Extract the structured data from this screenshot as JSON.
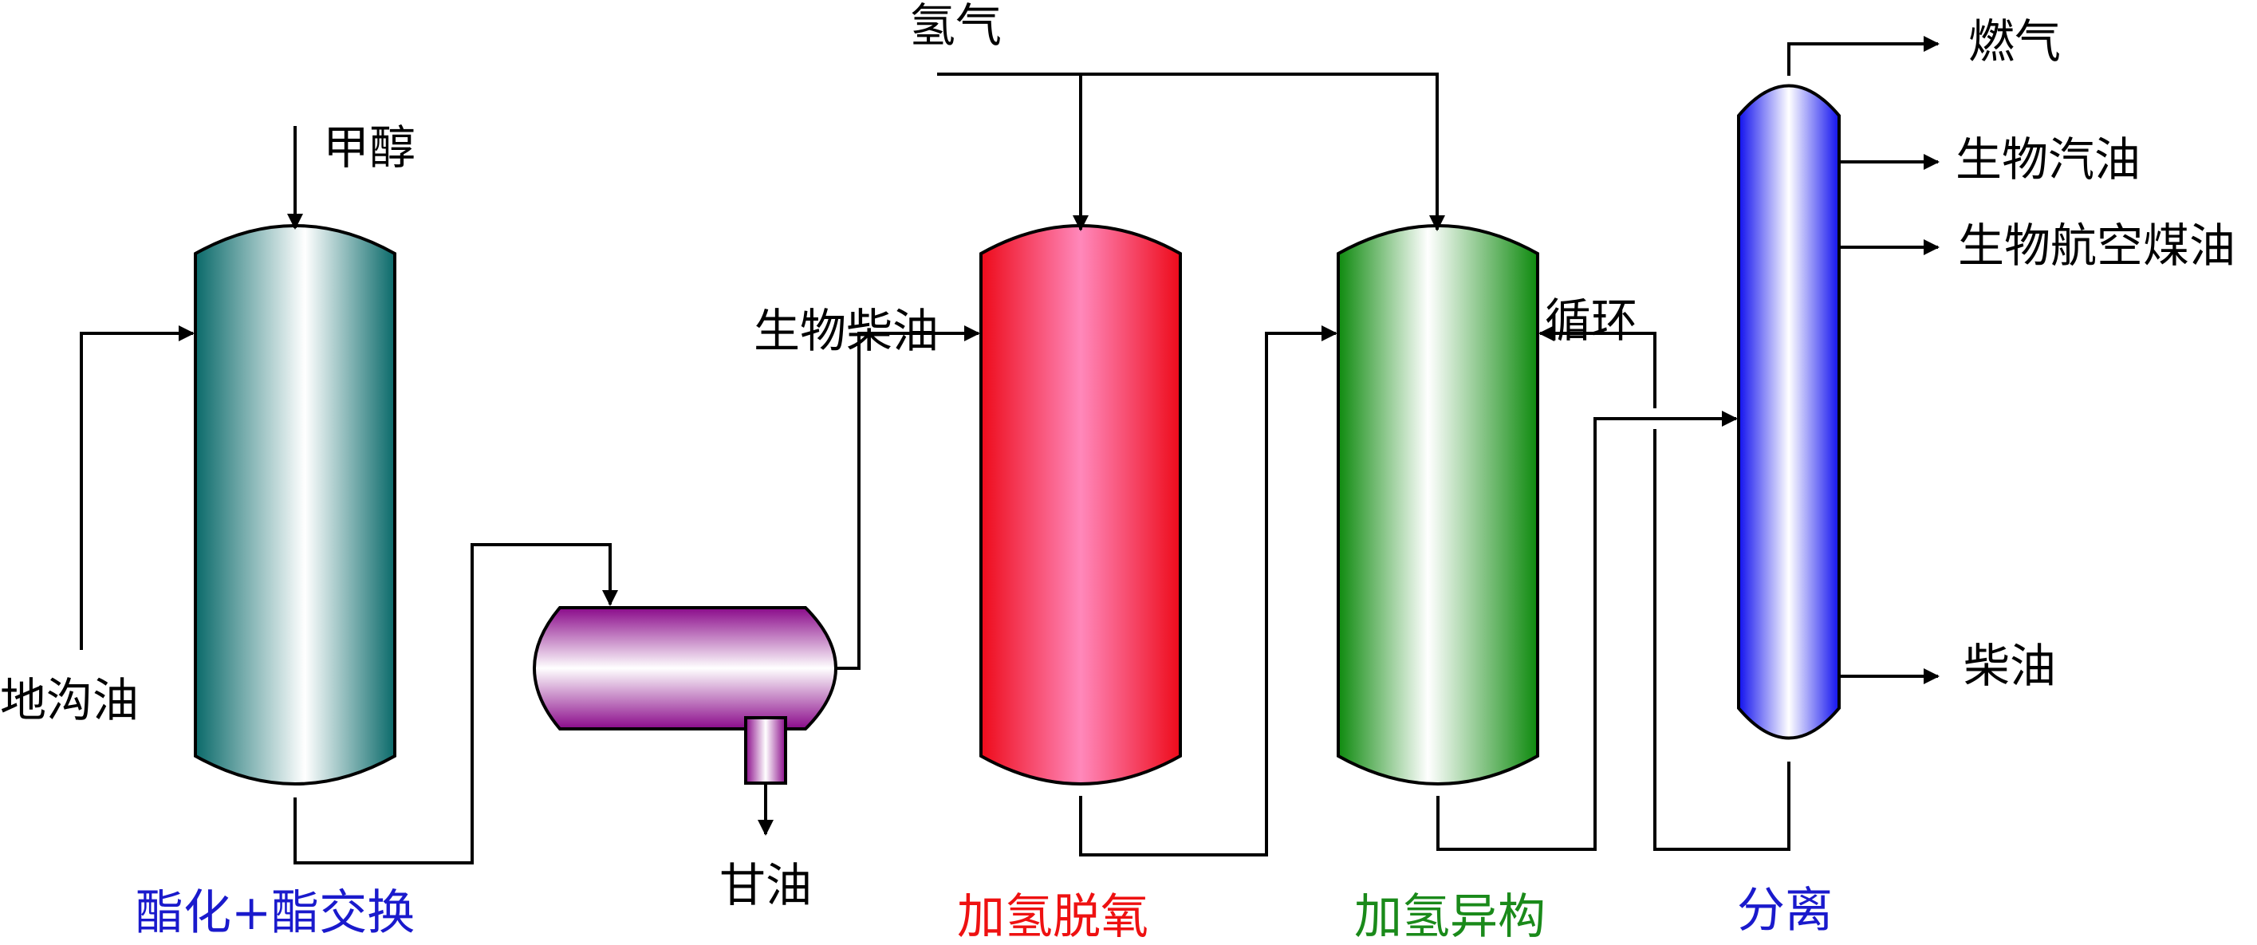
{
  "inputs": {
    "methanol": "甲醇",
    "waste_oil": "地沟油",
    "hydrogen": "氢气"
  },
  "streams": {
    "biodiesel": "生物柴油",
    "glycerol": "甘油",
    "recycle": "循环"
  },
  "products": {
    "fuel_gas": "燃气",
    "bio_gasoline": "生物汽油",
    "bio_jet_fuel": "生物航空煤油",
    "diesel": "柴油"
  },
  "units": [
    {
      "name": "酯化+酯交换",
      "color": "#1a1acc"
    },
    {
      "name": "加氢脱氧",
      "color": "#ee1111"
    },
    {
      "name": "加氢异构",
      "color": "#1a8a1a"
    },
    {
      "name": "分离",
      "color": "#1a1acc"
    }
  ],
  "colors": {
    "esterification_vessel": "#0f7c7c",
    "separator_vessel": "#8a0a8a",
    "hdo_vessel": "#ee1122",
    "isomerization_vessel": "#128a12",
    "separation_column": "#1a1aee"
  }
}
